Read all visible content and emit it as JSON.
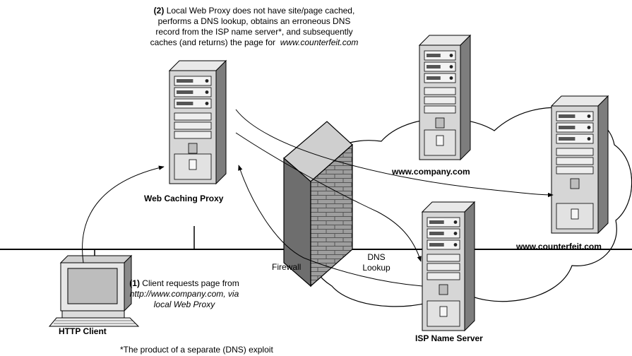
{
  "step2": {
    "number": "(2)",
    "line1": "Local Web Proxy does not have site/page cached,",
    "line2": "performs a DNS lookup, obtains an erroneous DNS",
    "line3": "record from the ISP name server*, and subsequently",
    "line4": "caches (and returns) the page for",
    "url": "www.counterfeit.com"
  },
  "step1": {
    "number": "(1)",
    "line1": "Client requests page from",
    "line2": "http://www.company.com, via",
    "line3": "local Web Proxy"
  },
  "nodes": {
    "proxy": "Web Caching Proxy",
    "company": "www.company.com",
    "counterfeit": "www.counterfeit.com",
    "isp": "ISP Name Server",
    "client": "HTTP Client",
    "firewall": "Firewall"
  },
  "dns_label": {
    "line1": "DNS",
    "line2": "Lookup"
  },
  "footnote": "*The product of a separate (DNS) exploit"
}
